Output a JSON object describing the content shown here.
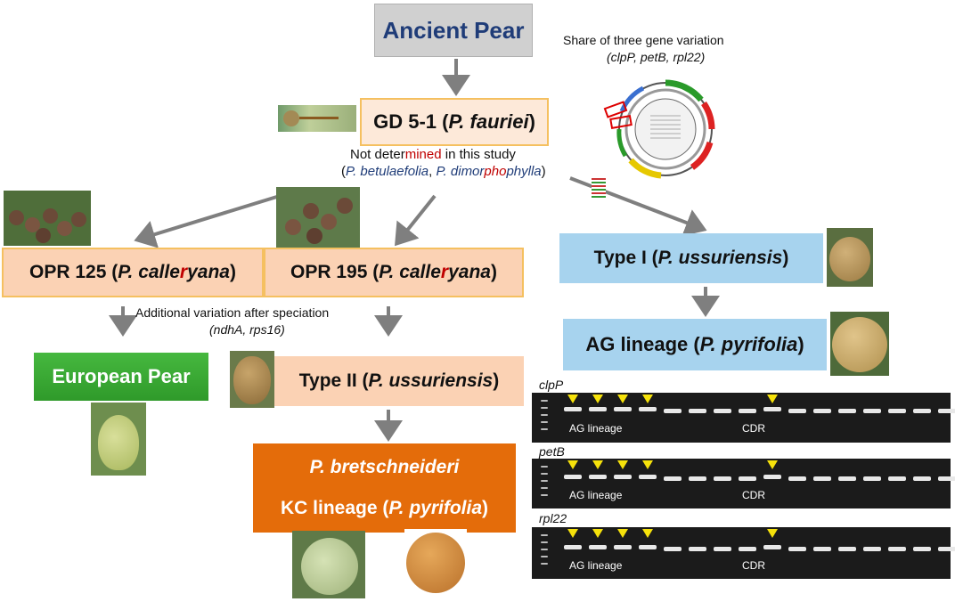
{
  "nodes": {
    "ancient_pear": "Ancient Pear",
    "gd51": {
      "prefix": "GD 5-1 (",
      "species": "P. fauriei",
      "suffix": ")"
    },
    "not_determined": {
      "a": "Not deter",
      "b": "mined",
      "c": " in this study"
    },
    "betulaefolia": {
      "open": "(",
      "a": "P. betulaefolia",
      "sep": ", ",
      "b": "P. dimor",
      "c": "pho",
      "d": "phylla",
      "close": ")"
    },
    "share_title": "Share of three gene variation",
    "share_genes": "(clpP, petB, rpl22)",
    "opr125": {
      "prefix": "OPR 125 (",
      "sp_a": "P. calle",
      "sp_b": "r",
      "sp_c": "yana",
      "suffix": ")"
    },
    "opr195": {
      "prefix": "OPR 195 (",
      "sp_a": "P. calle",
      "sp_b": "r",
      "sp_c": "yana",
      "suffix": ")"
    },
    "additional": "Additional variation after speciation",
    "additional_genes": "(ndhA, rps16)",
    "european": "European Pear",
    "type2": {
      "prefix": "Type II (",
      "species": "P. ussuriensis",
      "suffix": ")"
    },
    "kc_line1": "P. bretschneideri",
    "kc_line2": {
      "prefix": "KC lineage (",
      "species": "P. pyrifolia",
      "suffix": ")"
    },
    "type1": {
      "prefix": "Type I (",
      "species": "P. ussuriensis",
      "suffix": ")"
    },
    "ag": {
      "prefix": "AG lineage (",
      "species": "P. pyrifolia",
      "suffix": ")"
    }
  },
  "gels": [
    {
      "gene": "clpP",
      "label_ag": "AG lineage",
      "label_cdr": "CDR"
    },
    {
      "gene": "petB",
      "label_ag": "AG lineage",
      "label_cdr": "CDR"
    },
    {
      "gene": "rpl22",
      "label_ag": "AG lineage",
      "label_cdr": "CDR"
    }
  ],
  "colors": {
    "gray_box": "#d0d0d0",
    "salmon_box": "#fbd2b4",
    "light_box": "#fde9d9",
    "blue_box": "#a7d3ee",
    "green_box": "#3aa835",
    "orange_box": "#e46c0a",
    "arrow": "#7f7f7f",
    "marker": "#f6e20b"
  }
}
